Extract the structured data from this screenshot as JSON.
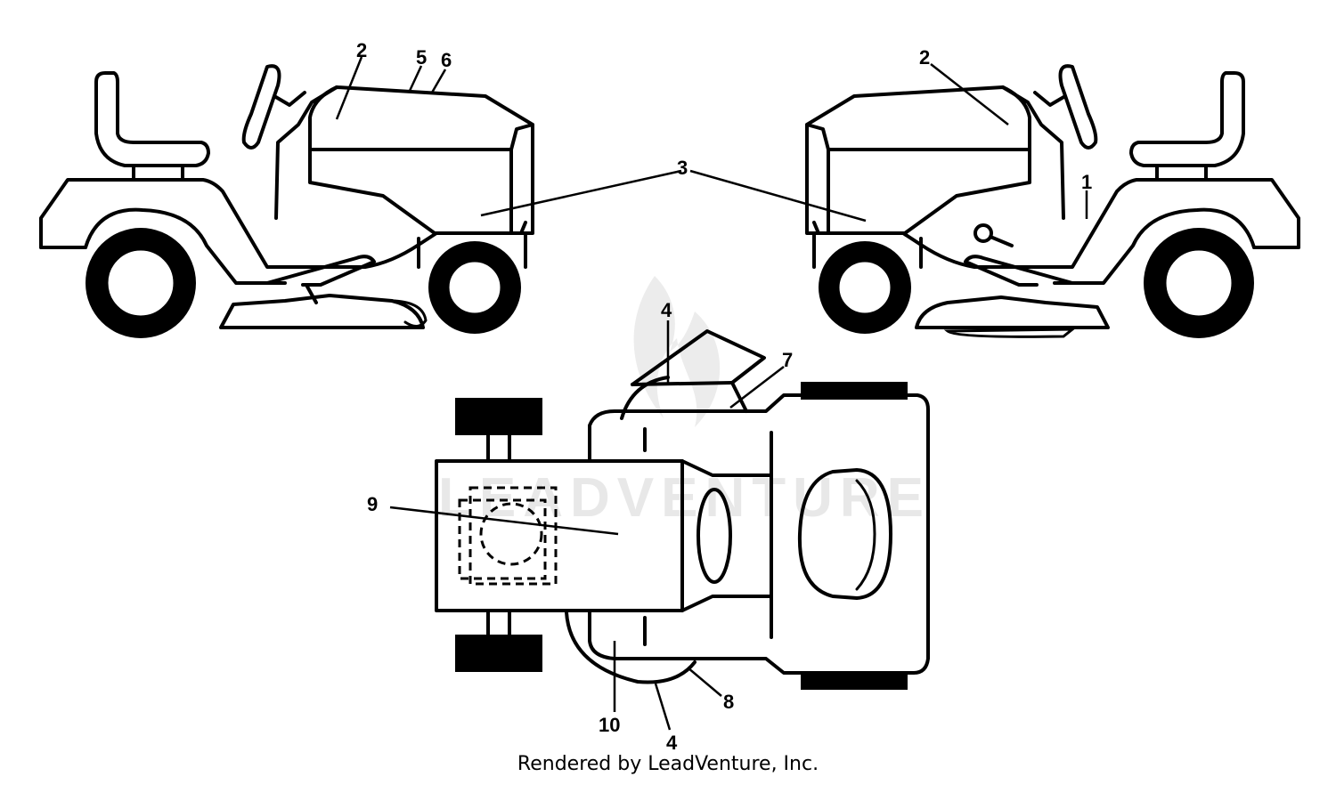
{
  "watermark": {
    "text": "LEADVENTURE"
  },
  "callouts": {
    "left_view": [
      "2",
      "5",
      "6",
      "3"
    ],
    "right_view": [
      "2",
      "1"
    ],
    "top_view": [
      "4",
      "7",
      "9",
      "8",
      "10",
      "4"
    ]
  },
  "credit": "Rendered by LeadVenture, Inc."
}
